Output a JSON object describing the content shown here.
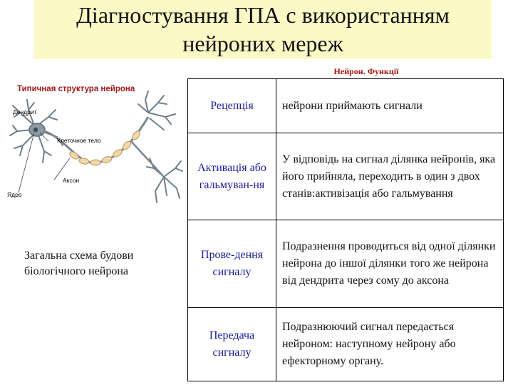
{
  "slide": {
    "title_line1": "Діагностування ГПА с використанням",
    "title_line2": "нейроних мереж",
    "subtitle": "Нейрон. Функції",
    "figure": {
      "heading": "Типичная структура нейрона",
      "labels": {
        "dendrite": "Дендрит",
        "cell_body": "Клеточное тело",
        "axon": "Аксон",
        "nucleus": "Ядро"
      }
    },
    "side_caption": "Загальна схема будови біологічного нейрона",
    "colors": {
      "title_bg": "#fbfac6",
      "subtitle": "#b01010",
      "function_name": "#1a1a9a"
    },
    "functions": [
      {
        "name": "Рецепція",
        "desc": "нейрони приймають сигнали"
      },
      {
        "name": "Активація або гальмуван-ня",
        "desc": "У відповідь на сигнал ділянка нейронів, яка його прийняла, переходить в один з двох станів:активізація або гальмування"
      },
      {
        "name": "Прове-дення сигналу",
        "desc": "Подразнення проводиться від одної ділянки нейрона до іншої ділянки того же нейрона від дендрита через сому до аксона"
      },
      {
        "name": "Передача сигналу",
        "desc": "Подразнюючий сигнал передається нейроном: наступному нейрону або ефекторному органу."
      }
    ]
  }
}
